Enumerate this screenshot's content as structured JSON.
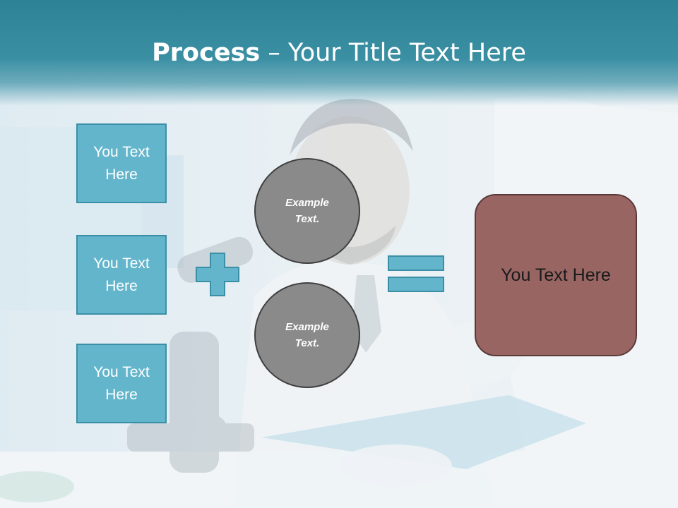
{
  "slide": {
    "title_bold": "Process",
    "title_separator": " – ",
    "title_rest": "Your Title Text Here"
  },
  "left_boxes": [
    {
      "label": "You Text Here"
    },
    {
      "label": "You Text Here"
    },
    {
      "label": "You Text Here"
    }
  ],
  "circles": [
    {
      "label": "Example Text."
    },
    {
      "label": "Example Text."
    }
  ],
  "result_box": {
    "label": "You Text Here"
  },
  "colors": {
    "header": "#2d8296",
    "box_fill": "#63b5cc",
    "box_border": "#3a8fa6",
    "circle_fill": "#8a8a8a",
    "result_fill": "#986563"
  },
  "icons": {
    "plus": "plus-icon",
    "equals": "equals-icon",
    "background": "lab-scientist-photo"
  }
}
